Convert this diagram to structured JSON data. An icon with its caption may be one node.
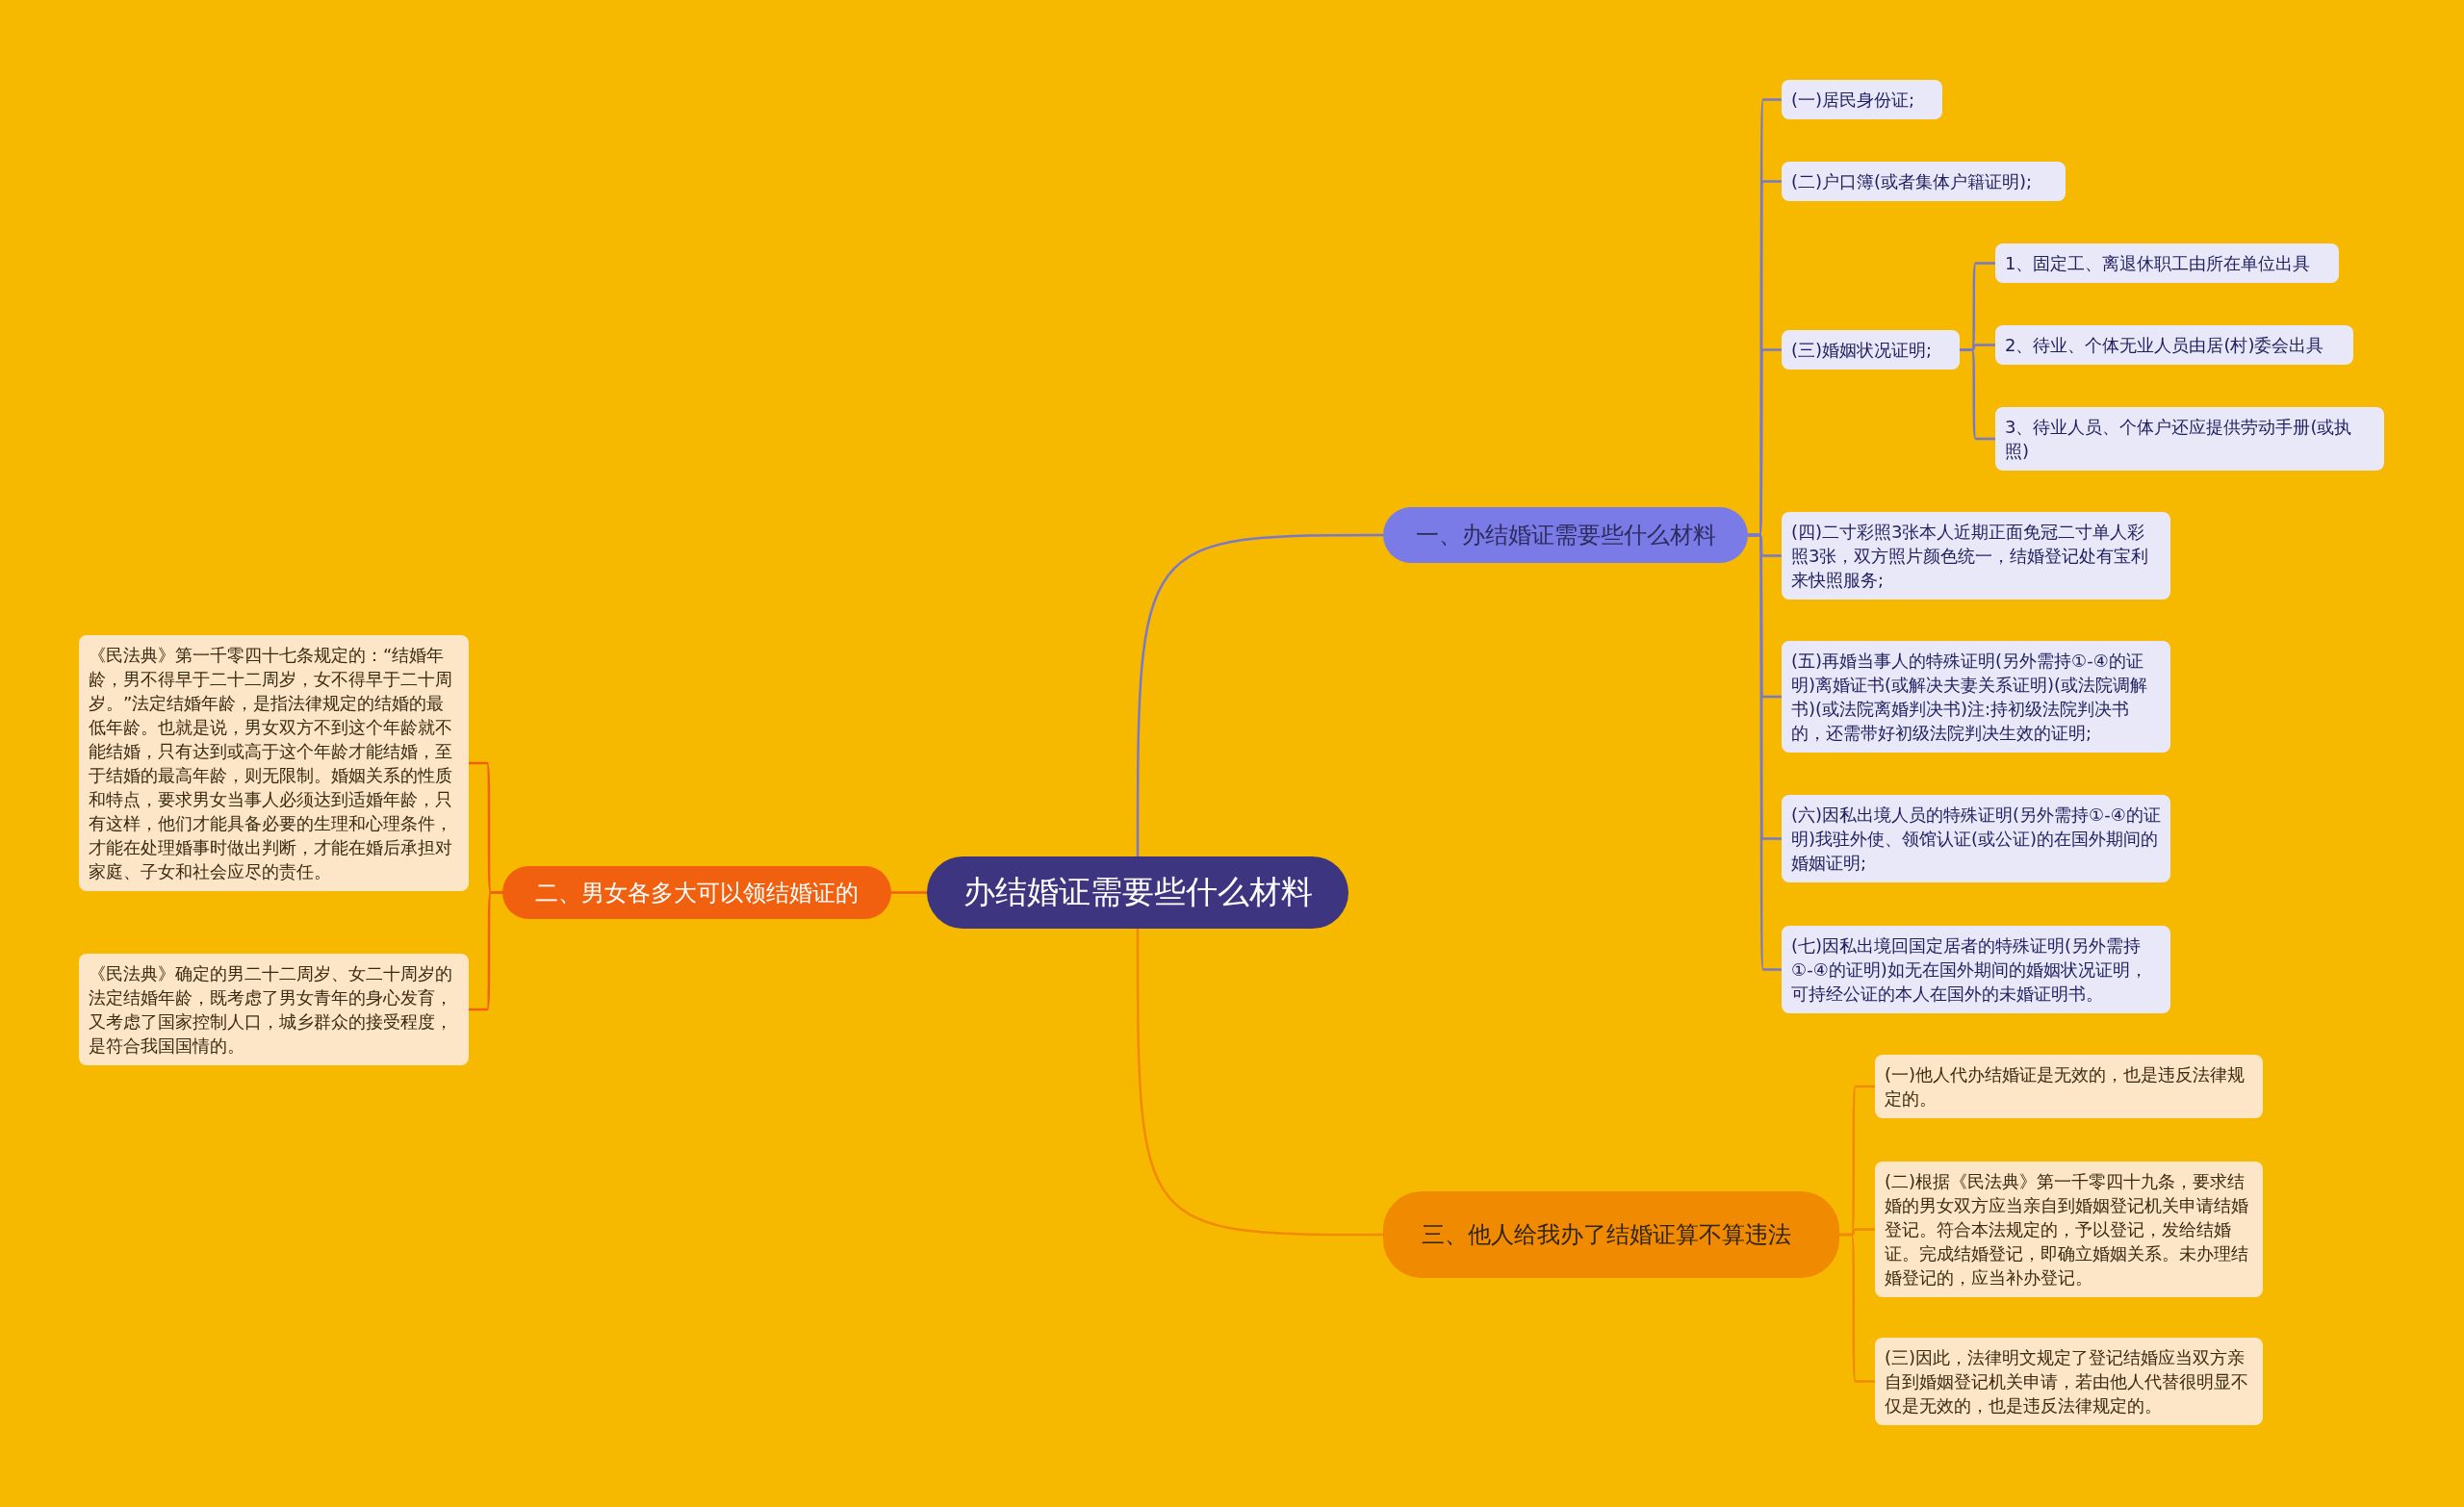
{
  "diagram": {
    "nodes": [
      {
        "text": [
          "办结婚证需要些什么材料"
        ]
      },
      {
        "text": [
          "一、办结婚证需要些什么材料"
        ]
      },
      {
        "text": [
          "(一)居民身份证;"
        ]
      },
      {
        "text": [
          "(二)户口簿(或者集体户籍证明);"
        ]
      },
      {
        "text": [
          "(三)婚姻状况证明;"
        ]
      },
      {
        "text": [
          "1、固定工、离退休职工由所在单位出具"
        ]
      },
      {
        "text": [
          "2、待业、个体无业人员由居(村)委会出具"
        ]
      },
      {
        "text": [
          "3、待业人员、个体户还应提供劳动手册(或执照)"
        ]
      },
      {
        "text": [
          "(四)二寸彩照3张本人近期正面免冠二寸单人彩照3张，双方照片颜色统一，结婚登记处有宝利来快照服务;"
        ]
      },
      {
        "text": [
          "(五)再婚当事人的特殊证明(另外需持①-④的证明)离婚证书(或解决夫妻关系证明)(或法院调解书)(或法院离婚判决书)注:持初级法院判决书的，还需带好初级法院判决生效的证明;"
        ]
      },
      {
        "text": [
          "(六)因私出境人员的特殊证明(另外需持①-④的证明)我驻外使、领馆认证(或公证)的在国外期间的婚姻证明;"
        ]
      },
      {
        "text": [
          "(七)因私出境回国定居者的特殊证明(另外需持①-④的证明)如无在国外期间的婚姻状况证明，可持经公证的本人在国外的未婚证明书。"
        ]
      },
      {
        "text": [
          "二、男女各多大可以领结婚证的"
        ]
      },
      {
        "text": [
          "《民法典》第一千零四十七条规定的：“结婚年龄，男不得早于二十二周岁，女不得早于二十周岁。”法定结婚年龄，是指法律规定的结婚的最低年龄。也就是说，男女双方不到这个年龄就不能结婚，只有达到或高于这个年龄才能结婚，至于结婚的最高年龄，则无限制。婚姻关系的性质和特点，要求男女当事人必须达到适婚年龄，只有这样，他们才能具备必要的生理和心理条件，才能在处理婚事时做出判断，才能在婚后承担对家庭、子女和社会应尽的责任。"
        ]
      },
      {
        "text": [
          "《民法典》确定的男二十二周岁、女二十周岁的法定结婚年龄，既考虑了男女青年的身心发育，又考虑了国家控制人口，城乡群众的接受程度，是符合我国国情的。"
        ]
      },
      {
        "text": [
          "三、他人给我办了结婚证算不算违法"
        ]
      },
      {
        "text": [
          "(一)他人代办结婚证是无效的，也是违反法律规定的。"
        ]
      },
      {
        "text": [
          "(二)根据《民法典》第一千零四十九条，要求结婚的男女双方应当亲自到婚姻登记机关申请结婚登记。符合本法规定的，予以登记，发给结婚证。完成结婚登记，即确立婚姻关系。未办理结婚登记的，应当补办登记。"
        ]
      },
      {
        "text": [
          "(三)因此，法律明文规定了登记结婚应当双方亲自到婚姻登记机关申请，若由他人代替很明显不仅是无效的，也是违反法律规定的。"
        ]
      }
    ],
    "edges": [
      {
        "from": 0,
        "to": 1,
        "arrow": "none"
      },
      {
        "from": 1,
        "to": 2,
        "arrow": "none"
      },
      {
        "from": 1,
        "to": 3,
        "arrow": "none"
      },
      {
        "from": 1,
        "to": 4,
        "arrow": "none"
      },
      {
        "from": 4,
        "to": 5,
        "arrow": "none"
      },
      {
        "from": 4,
        "to": 6,
        "arrow": "none"
      },
      {
        "from": 4,
        "to": 7,
        "arrow": "none"
      },
      {
        "from": 1,
        "to": 8,
        "arrow": "none"
      },
      {
        "from": 1,
        "to": 9,
        "arrow": "none"
      },
      {
        "from": 1,
        "to": 10,
        "arrow": "none"
      },
      {
        "from": 1,
        "to": 11,
        "arrow": "none"
      },
      {
        "from": 0,
        "to": 12,
        "arrow": "none",
        "color": "#f06010"
      },
      {
        "from": 12,
        "to": 13,
        "arrow": "none",
        "color": "#f06010"
      },
      {
        "from": 12,
        "to": 14,
        "arrow": "none",
        "color": "#f06010"
      },
      {
        "from": 0,
        "to": 15,
        "arrow": "none",
        "color": "#f08a00"
      },
      {
        "from": 15,
        "to": 16,
        "arrow": "none",
        "color": "#f08a00"
      },
      {
        "from": 15,
        "to": 17,
        "arrow": "none",
        "color": "#f08a00"
      },
      {
        "from": 15,
        "to": 18,
        "arrow": "none",
        "color": "#f08a00"
      }
    ]
  }
}
